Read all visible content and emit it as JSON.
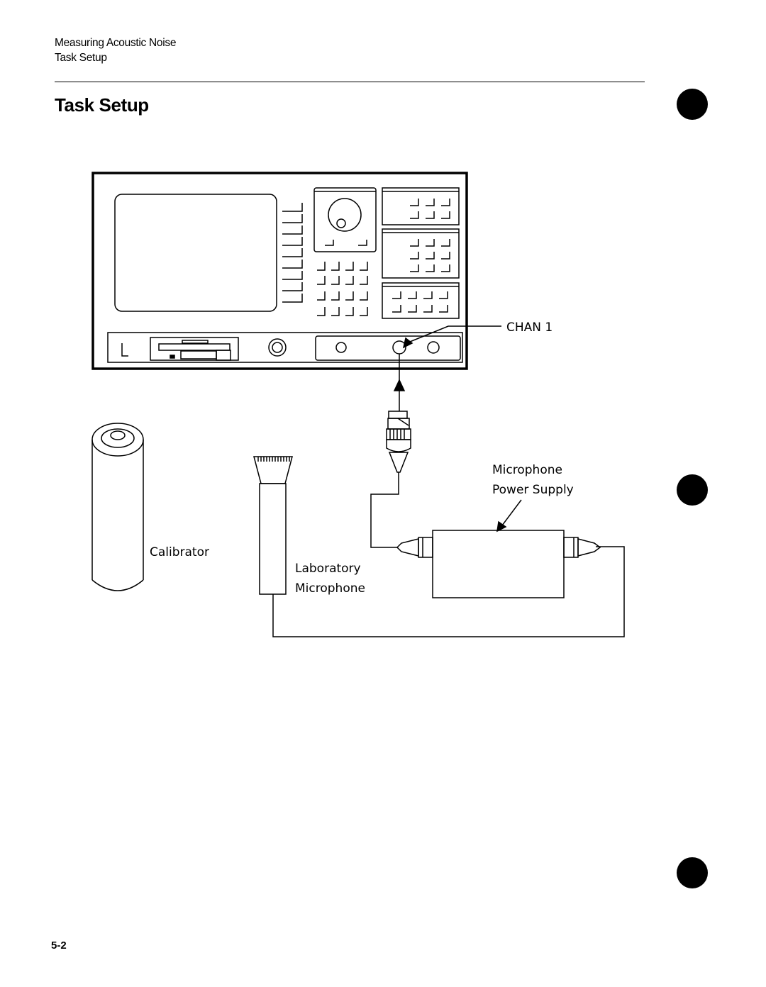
{
  "header": {
    "chapter": "Measuring Acoustic Noise",
    "section": "Task Setup"
  },
  "page_title": "Task Setup",
  "diagram": {
    "labels": {
      "chan1": "CHAN 1",
      "power_supply_line1": "Microphone",
      "power_supply_line2": "Power Supply",
      "calibrator": "Calibrator",
      "lab_mic_line1": "Laboratory",
      "lab_mic_line2": "Microphone"
    }
  },
  "footer": {
    "page_number": "5-2"
  }
}
